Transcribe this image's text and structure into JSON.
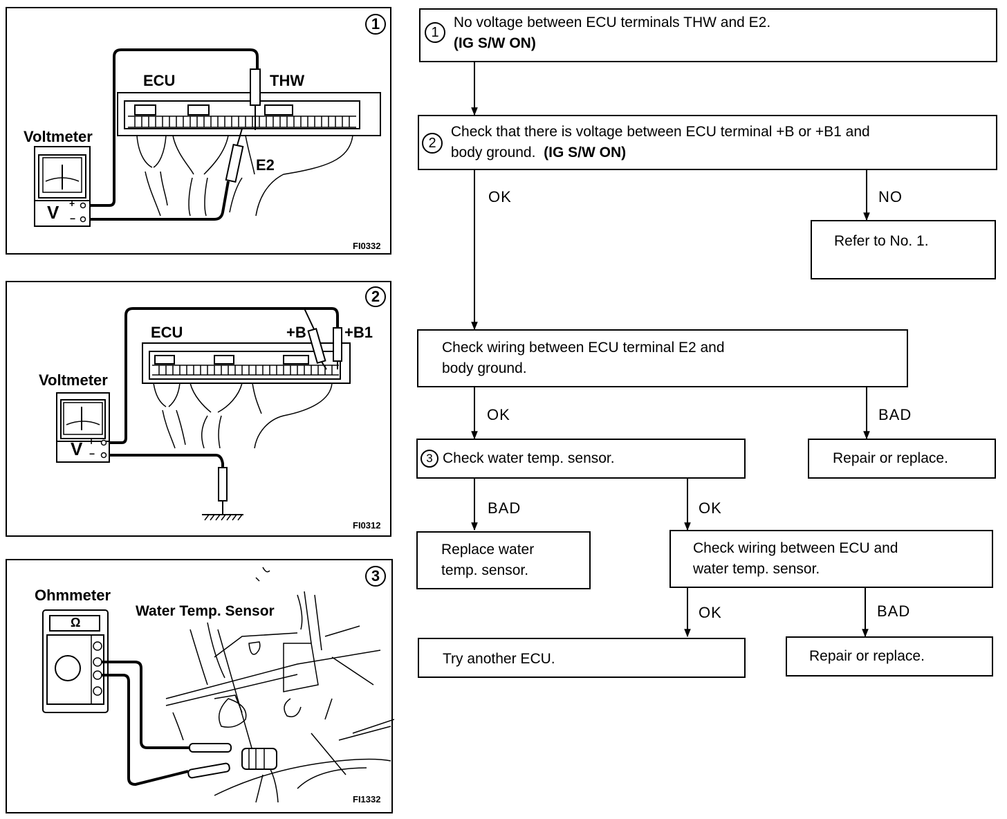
{
  "figures": [
    {
      "number": "1",
      "code": "FI0332",
      "meter_label": "Voltmeter",
      "meter_symbol": "V",
      "plus": "+",
      "minus": "−",
      "unit_label": "ECU",
      "terminal_labels": [
        "THW",
        "E2"
      ]
    },
    {
      "number": "2",
      "code": "FI0312",
      "meter_label": "Voltmeter",
      "meter_symbol": "V",
      "plus": "+",
      "minus": "−",
      "unit_label": "ECU",
      "terminal_labels": [
        "+B",
        "+B1"
      ]
    },
    {
      "number": "3",
      "code": "FI1332",
      "meter_label": "Ohmmeter",
      "meter_symbol": "Ω",
      "component_label": "Water Temp. Sensor"
    }
  ],
  "flowchart": {
    "step1": {
      "number": "1",
      "line1": "No voltage between ECU terminals THW and E2.",
      "line2": "(IG S/W ON)"
    },
    "step2": {
      "number": "2",
      "line1": "Check that there is voltage between ECU terminal +B or +B1 and",
      "line2_a": "body ground.",
      "line2_b": "(IG S/W ON)"
    },
    "refer": {
      "text": "Refer to No. 1."
    },
    "wiring_e2": {
      "line1": "Check wiring between ECU terminal E2 and",
      "line2": "body ground."
    },
    "step3": {
      "number": "3",
      "text": "Check water temp. sensor."
    },
    "repair1": {
      "text": "Repair or replace."
    },
    "replace_sensor": {
      "line1": "Replace water",
      "line2": "temp. sensor."
    },
    "wiring_sensor": {
      "line1": "Check wiring between ECU and",
      "line2": "water temp. sensor."
    },
    "try_ecu": {
      "text": "Try another ECU."
    },
    "repair2": {
      "text": "Repair or replace."
    },
    "labels": {
      "ok_step2": "OK",
      "no_step2": "NO",
      "ok_wiring": "OK",
      "bad_wiring": "BAD",
      "bad_step3": "BAD",
      "ok_step3": "OK",
      "ok_wiring2": "OK",
      "bad_wiring2": "BAD"
    }
  }
}
